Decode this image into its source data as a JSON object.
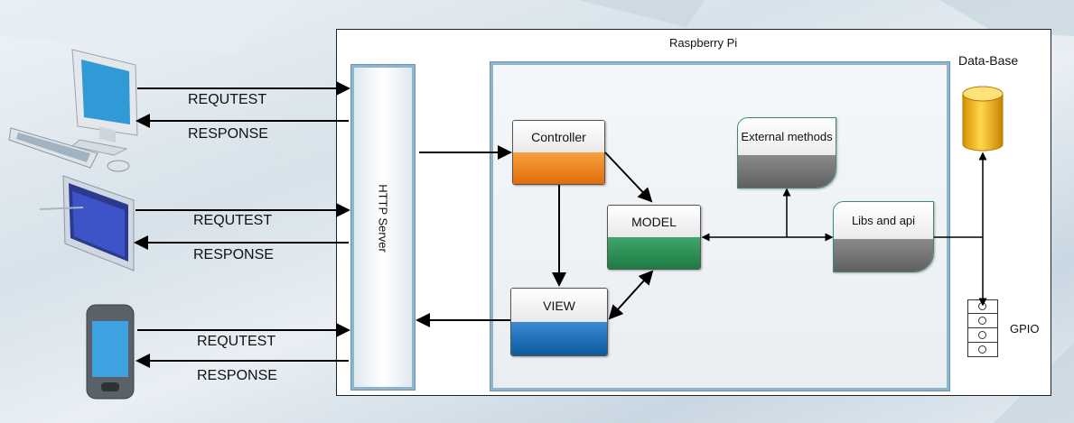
{
  "system": {
    "title": "Raspberry Pi"
  },
  "http_server": {
    "label": "HTTP Server"
  },
  "clients": [
    {
      "name": "desktop",
      "request_label": "REQUTEST",
      "response_label": "RESPONSE"
    },
    {
      "name": "tablet",
      "request_label": "REQUTEST",
      "response_label": "RESPONSE"
    },
    {
      "name": "phone",
      "request_label": "REQUTEST",
      "response_label": "RESPONSE"
    }
  ],
  "mvc": {
    "controller": "Controller",
    "model": "MODEL",
    "view": "VIEW",
    "external": "External methods",
    "libs": "Libs and api"
  },
  "database": {
    "label": "Data-Base"
  },
  "gpio": {
    "label": "GPIO"
  },
  "colors": {
    "controller": "#e06c08",
    "model": "#1f7a44",
    "view": "#0d5a9e",
    "module": "#666666",
    "frame": "#8fb4cc",
    "database": "#f2b100"
  }
}
